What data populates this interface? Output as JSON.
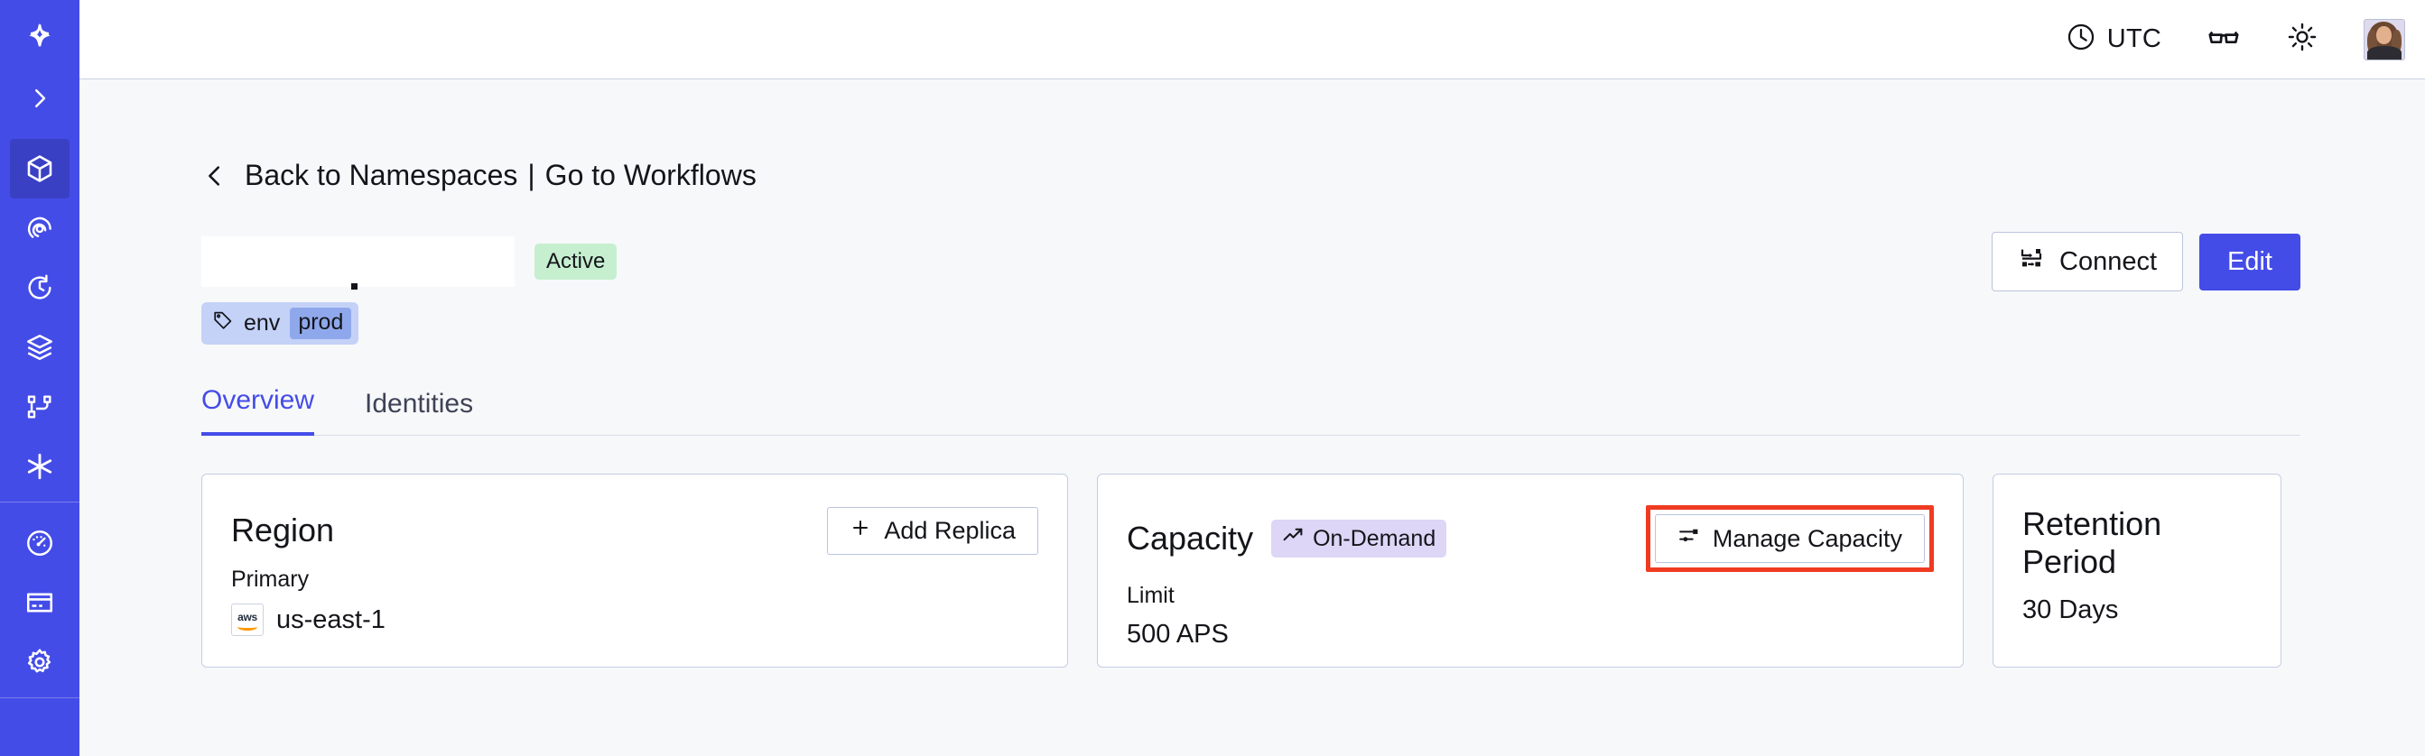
{
  "theme": {
    "brand": "#444ce7",
    "sidebar_bg": "#444ce7",
    "sidebar_active_bg": "#3a40c4",
    "page_bg": "#f7f8fa",
    "card_bg": "#ffffff",
    "card_border": "#c3cee3",
    "status_active_bg": "#c6efd0",
    "tag_bg": "#c4d2f8",
    "tag_value_bg": "#8fa8ec",
    "badge_ondemand_bg": "#ddd6f7",
    "highlight_outline": "#ef3b21",
    "aws_orange": "#ff9900"
  },
  "sidebar": {
    "items": [
      {
        "id": "logo",
        "icon": "temporal-logo-icon",
        "active": false
      },
      {
        "id": "expand",
        "icon": "chevron-right-icon",
        "active": false
      },
      {
        "id": "namespaces",
        "icon": "cube-icon",
        "active": true
      },
      {
        "id": "observability",
        "icon": "eye-spiral-icon",
        "active": false
      },
      {
        "id": "schedules",
        "icon": "clock-rewind-icon",
        "active": false
      },
      {
        "id": "batch-operations",
        "icon": "layers-icon",
        "active": false
      },
      {
        "id": "workflows",
        "icon": "git-branch-icon",
        "active": false
      },
      {
        "id": "nexus",
        "icon": "asterisk-icon",
        "active": false
      },
      {
        "id": "usage",
        "icon": "gauge-icon",
        "active": false
      },
      {
        "id": "billing",
        "icon": "credit-card-icon",
        "active": false
      },
      {
        "id": "settings",
        "icon": "gear-icon",
        "active": false
      }
    ]
  },
  "header": {
    "timezone_label": "UTC",
    "timezone_icon": "clock-icon",
    "reading_mode_icon": "glasses-icon",
    "theme_icon": "sun-icon",
    "avatar_icon": "user-avatar"
  },
  "breadcrumb": {
    "back_icon": "chevron-left-icon",
    "back_label": "Back to Namespaces",
    "separator": "|",
    "forward_label": "Go to Workflows"
  },
  "namespace": {
    "name": "",
    "status": "Active",
    "tag": {
      "icon": "tag-icon",
      "key": "env",
      "value": "prod"
    }
  },
  "actions": {
    "connect_label": "Connect",
    "connect_icon": "connect-flow-icon",
    "edit_label": "Edit"
  },
  "tabs": [
    {
      "id": "overview",
      "label": "Overview",
      "active": true
    },
    {
      "id": "identities",
      "label": "Identities",
      "active": false
    }
  ],
  "cards": {
    "region": {
      "title": "Region",
      "action_label": "Add Replica",
      "action_icon": "plus-icon",
      "sub_label": "Primary",
      "provider_icon": "aws-logo",
      "provider_text": "aws",
      "value": "us-east-1"
    },
    "capacity": {
      "title": "Capacity",
      "badge_label": "On-Demand",
      "badge_icon": "trending-up-icon",
      "action_label": "Manage Capacity",
      "action_icon": "sliders-icon",
      "action_highlighted": true,
      "sub_label": "Limit",
      "value": "500 APS"
    },
    "retention": {
      "title": "Retention Period",
      "value": "30 Days"
    }
  }
}
